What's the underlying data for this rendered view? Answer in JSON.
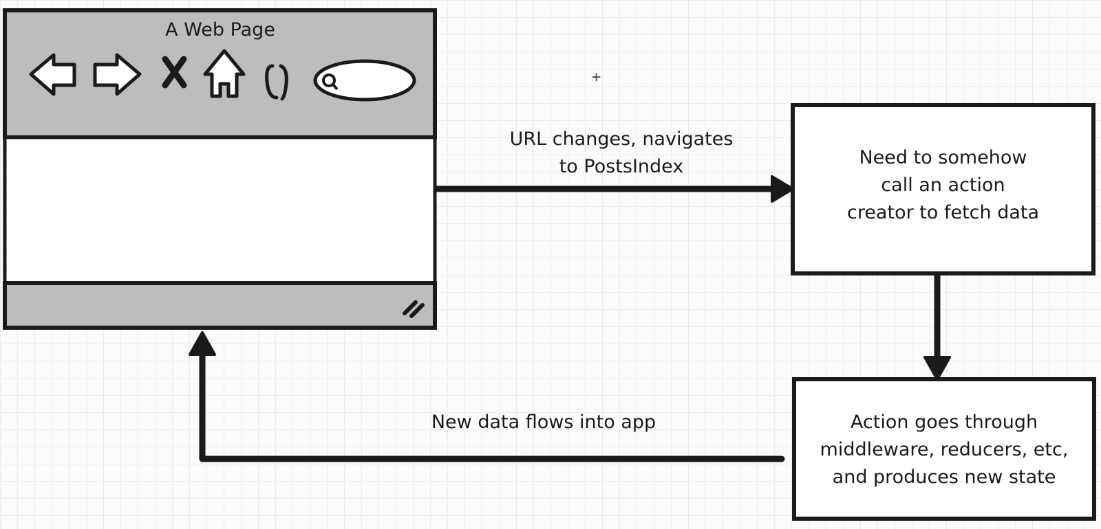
{
  "browser_mockup": {
    "title": "A Web Page"
  },
  "arrows": {
    "navigate": {
      "line1": "URL changes, navigates",
      "line2": "to PostsIndex"
    },
    "data_flow": {
      "text": "New data flows into app"
    }
  },
  "boxes": {
    "action_creator": {
      "line1": "Need to somehow",
      "line2": "call an action",
      "line3": "creator to fetch data"
    },
    "reducers": {
      "line1": "Action goes through",
      "line2": "middleware, reducers, etc,",
      "line3": "and produces new state"
    }
  },
  "icons": [
    "back-arrow-icon",
    "forward-arrow-icon",
    "close-x-icon",
    "home-icon",
    "refresh-icon",
    "search-icon",
    "resize-grip-icon"
  ],
  "colors": {
    "stroke": "#1a1a1a",
    "chrome_gray": "#bdbdbd",
    "box_fill": "#ffffff"
  }
}
